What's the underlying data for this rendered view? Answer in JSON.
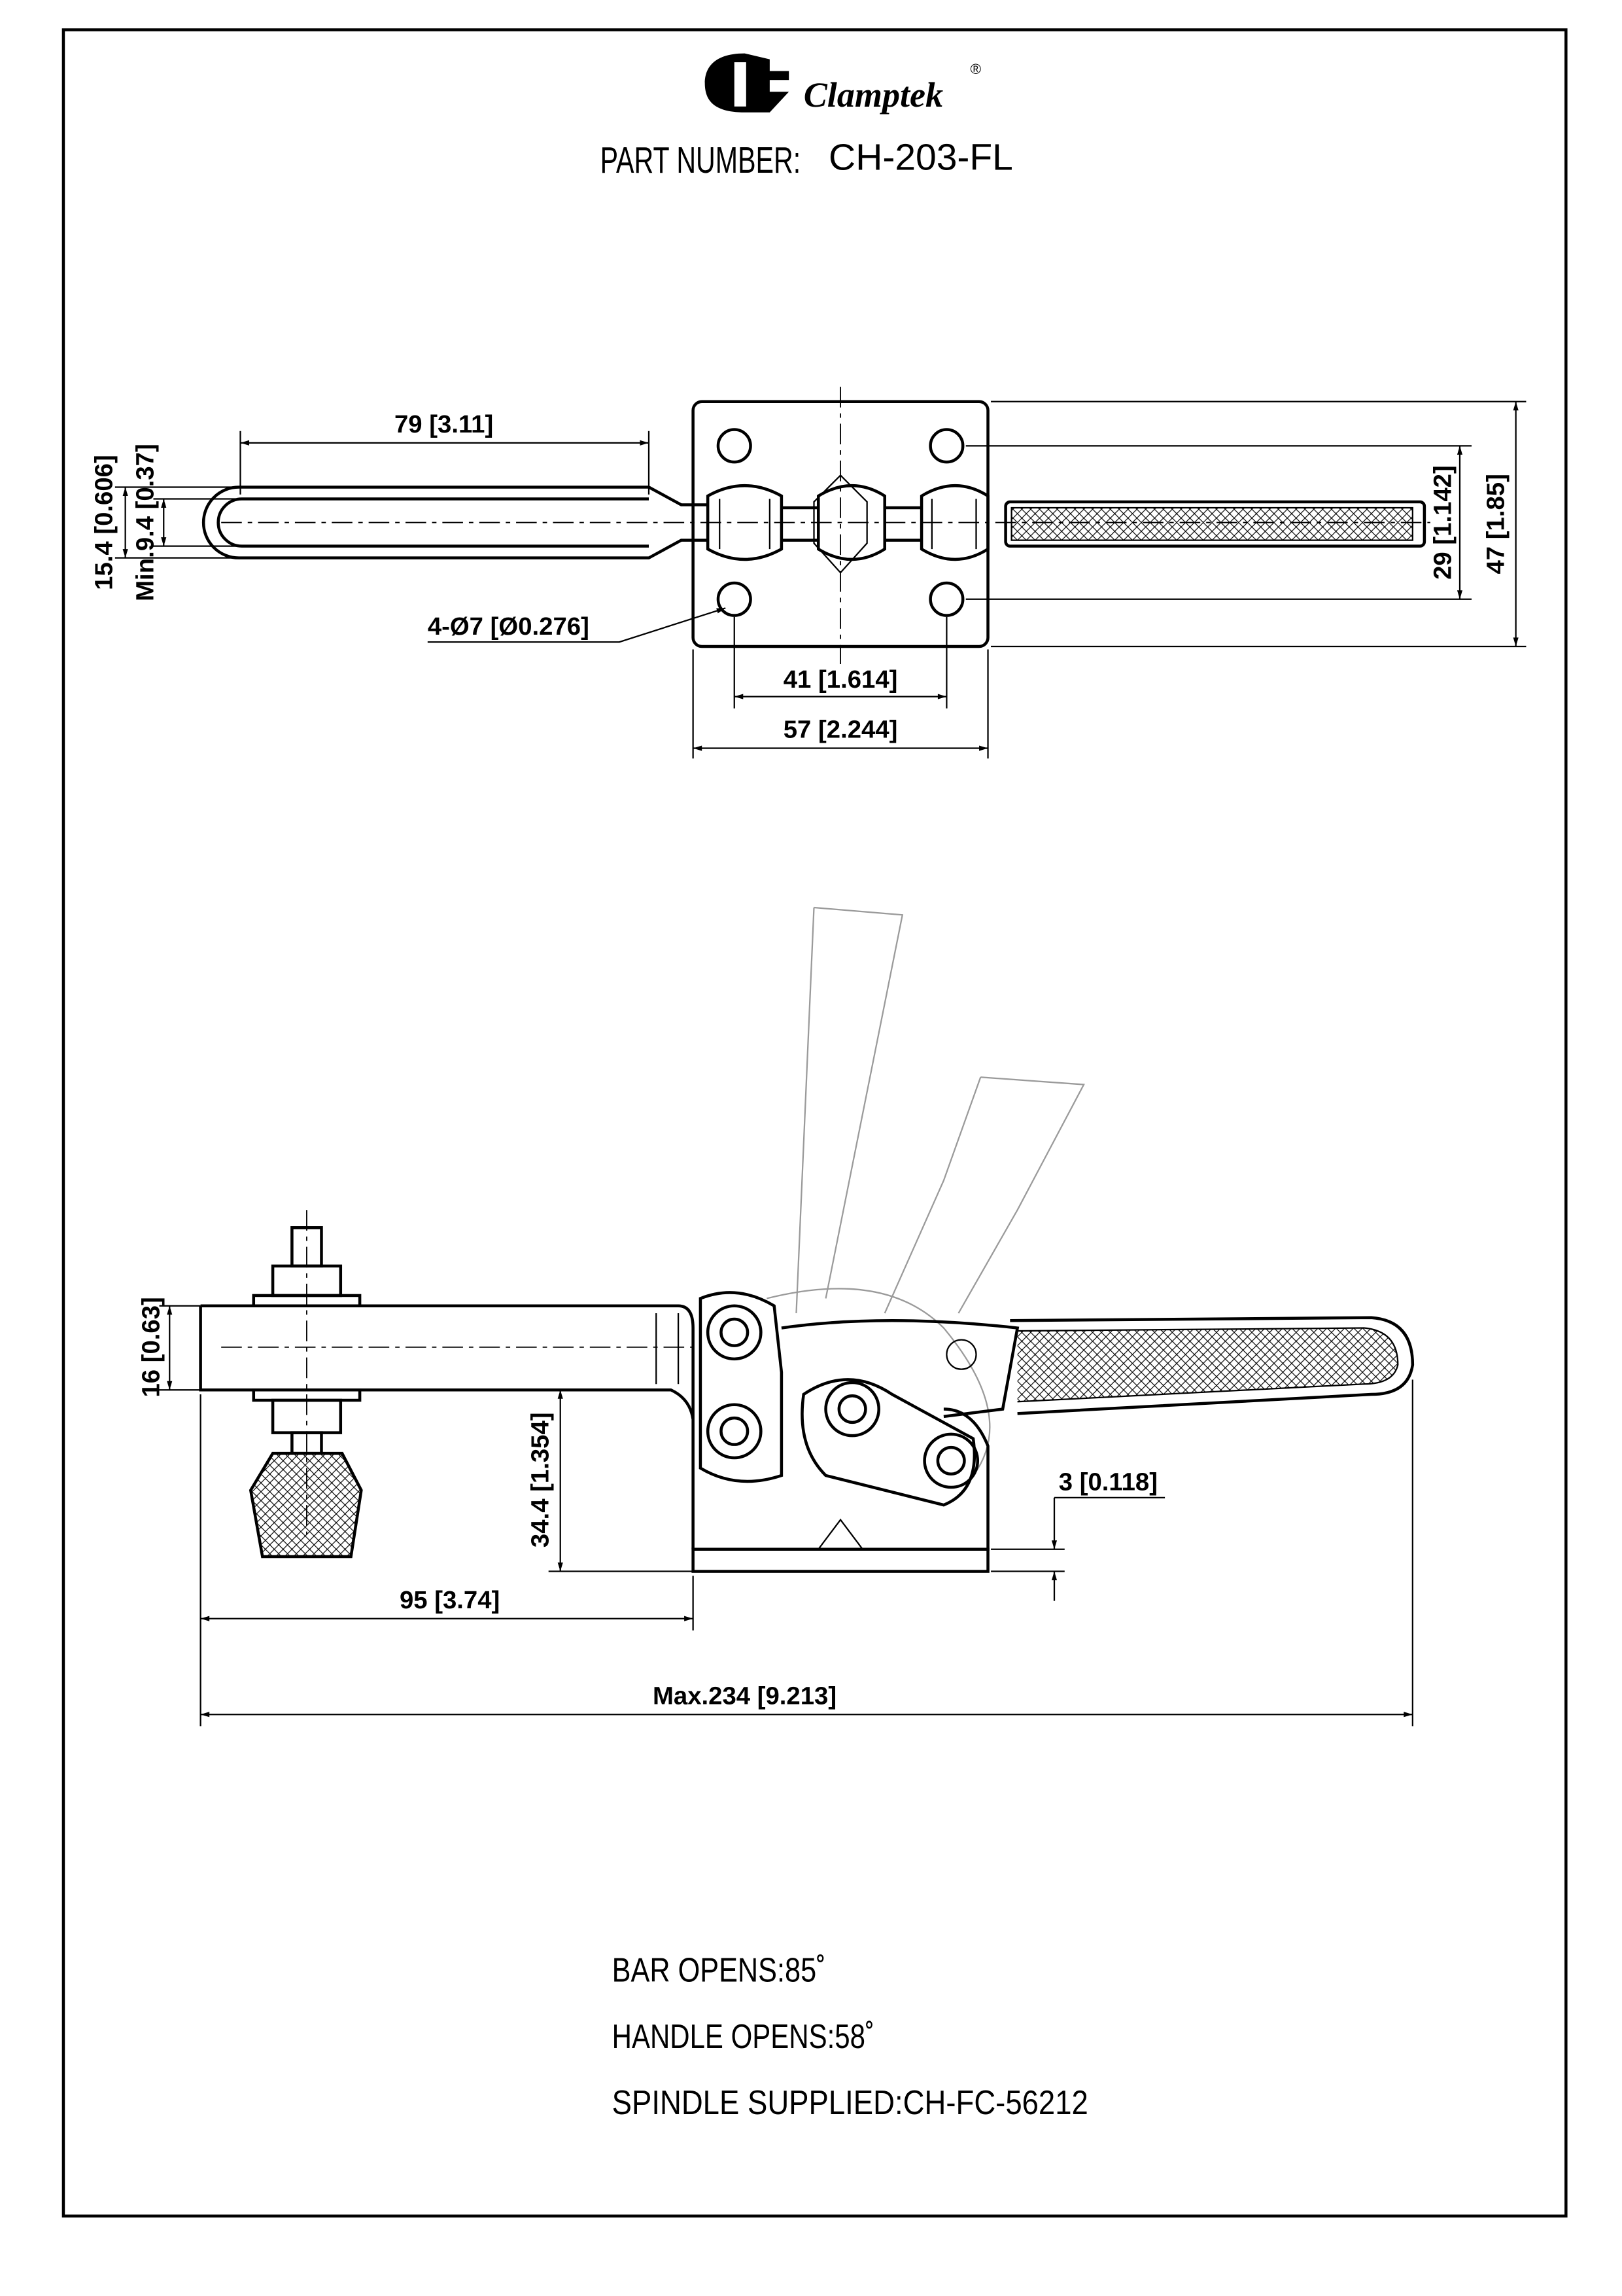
{
  "header": {
    "brand": "Clamptek",
    "registered_mark": "®",
    "part_number_label": "PART NUMBER:",
    "part_number": "CH-203-FL"
  },
  "top_view": {
    "dims": {
      "handle_length": "79 [3.11]",
      "handle_width": "15.4 [0.606]",
      "handle_inner": "Min.9.4 [0.37]",
      "holes": "4-Ø7 [Ø0.276]",
      "hole_spacing_x": "41 [1.614]",
      "base_width": "57 [2.244]",
      "hole_spacing_y": "29 [1.142]",
      "base_depth": "47 [1.85]"
    }
  },
  "side_view": {
    "dims": {
      "bar_thickness": "16 [0.63]",
      "bar_height": "34.4 [1.354]",
      "base_thickness": "3 [0.118]",
      "reach": "95 [3.74]",
      "overall": "Max.234 [9.213]"
    }
  },
  "notes": [
    "BAR OPENS:85˚",
    "HANDLE OPENS:58˚",
    "SPINDLE SUPPLIED:CH-FC-56212"
  ]
}
